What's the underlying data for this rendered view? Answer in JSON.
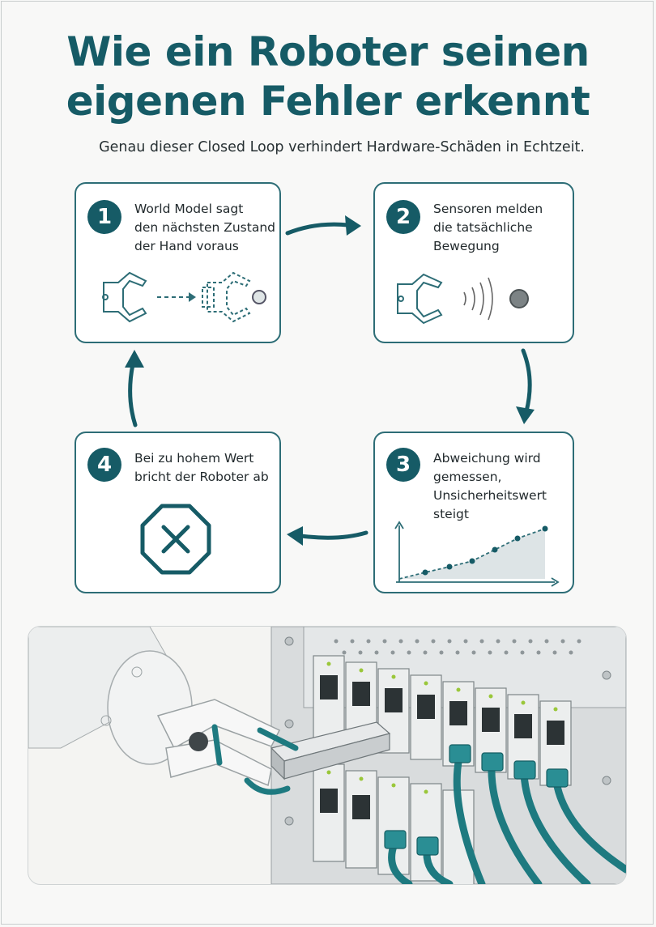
{
  "header": {
    "title_line1": "Wie ein Roboter seinen",
    "title_line2": "eigenen Fehler erkennt",
    "subtitle": "Genau dieser Closed Loop verhindert Hardware-Schäden in Echtzeit."
  },
  "steps": [
    {
      "number": "1",
      "lines": [
        "World Model sagt",
        "den nächsten Zustand",
        "der Hand voraus"
      ],
      "icon": "gripper-prediction-icon"
    },
    {
      "number": "2",
      "lines": [
        "Sensoren melden",
        "die tatsächliche",
        "Bewegung"
      ],
      "icon": "gripper-sensor-icon"
    },
    {
      "number": "3",
      "lines": [
        "Abweichung wird",
        "gemessen,",
        "Unsicherheitswert",
        "steigt"
      ],
      "icon": "rising-chart-icon"
    },
    {
      "number": "4",
      "lines": [
        "Bei zu hohem Wert",
        "bricht der Roboter ab"
      ],
      "icon": "stop-x-icon"
    }
  ],
  "colors": {
    "accent": "#165b66",
    "card_border": "#2d6d76",
    "cable": "#1e7a80"
  },
  "illustration": {
    "icon": "robot-arm-inserting-transceiver-illustration"
  }
}
